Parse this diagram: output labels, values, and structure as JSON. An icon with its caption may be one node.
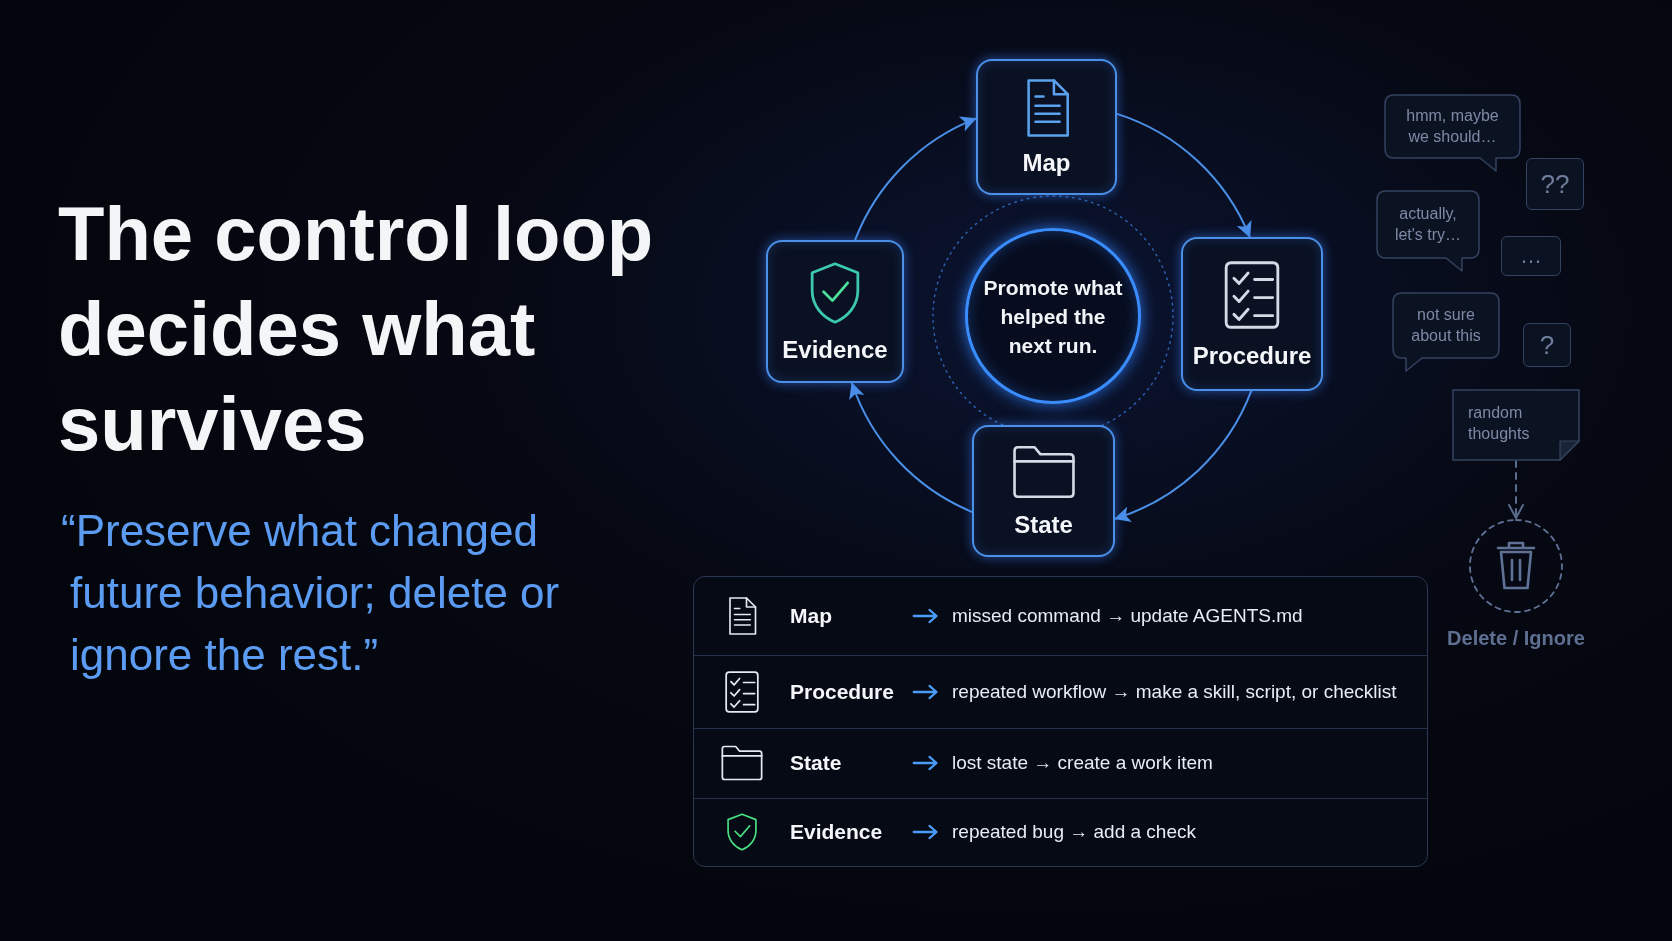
{
  "diagram": {
    "title": "The control loop decides what survives",
    "nodes": [
      {
        "text": [
          "Map"
        ]
      },
      {
        "text": [
          "Procedure"
        ]
      },
      {
        "text": [
          "State"
        ]
      },
      {
        "text": [
          "Evidence"
        ]
      },
      {
        "text": [
          "Promote what helped the next run."
        ]
      },
      {
        "text": [
          "hmm, maybe we should…"
        ]
      },
      {
        "text": [
          "??"
        ]
      },
      {
        "text": [
          "actually, let's try…"
        ]
      },
      {
        "text": [
          "…"
        ]
      },
      {
        "text": [
          "not sure about this"
        ]
      },
      {
        "text": [
          "?"
        ]
      },
      {
        "text": [
          "random thoughts"
        ]
      },
      {
        "text": [
          "Delete / Ignore"
        ]
      }
    ],
    "edges": [
      {
        "from": 0,
        "to": 1,
        "arrow": "to"
      },
      {
        "from": 1,
        "to": 2,
        "arrow": "to"
      },
      {
        "from": 2,
        "to": 3,
        "arrow": "to"
      },
      {
        "from": 3,
        "to": 0,
        "arrow": "to"
      },
      {
        "from": 11,
        "to": 12,
        "arrow": "to",
        "style": "dashed",
        "color": "#5a6b8c"
      }
    ],
    "labels": [
      "“Preserve what changed future behavior; delete or ignore the rest.”",
      "Map",
      "missed command → update AGENTS.md",
      "Procedure",
      "repeated workflow → make a skill, script, or checklist",
      "State",
      "lost state → create a work item",
      "Evidence",
      "repeated bug → add a check"
    ]
  }
}
